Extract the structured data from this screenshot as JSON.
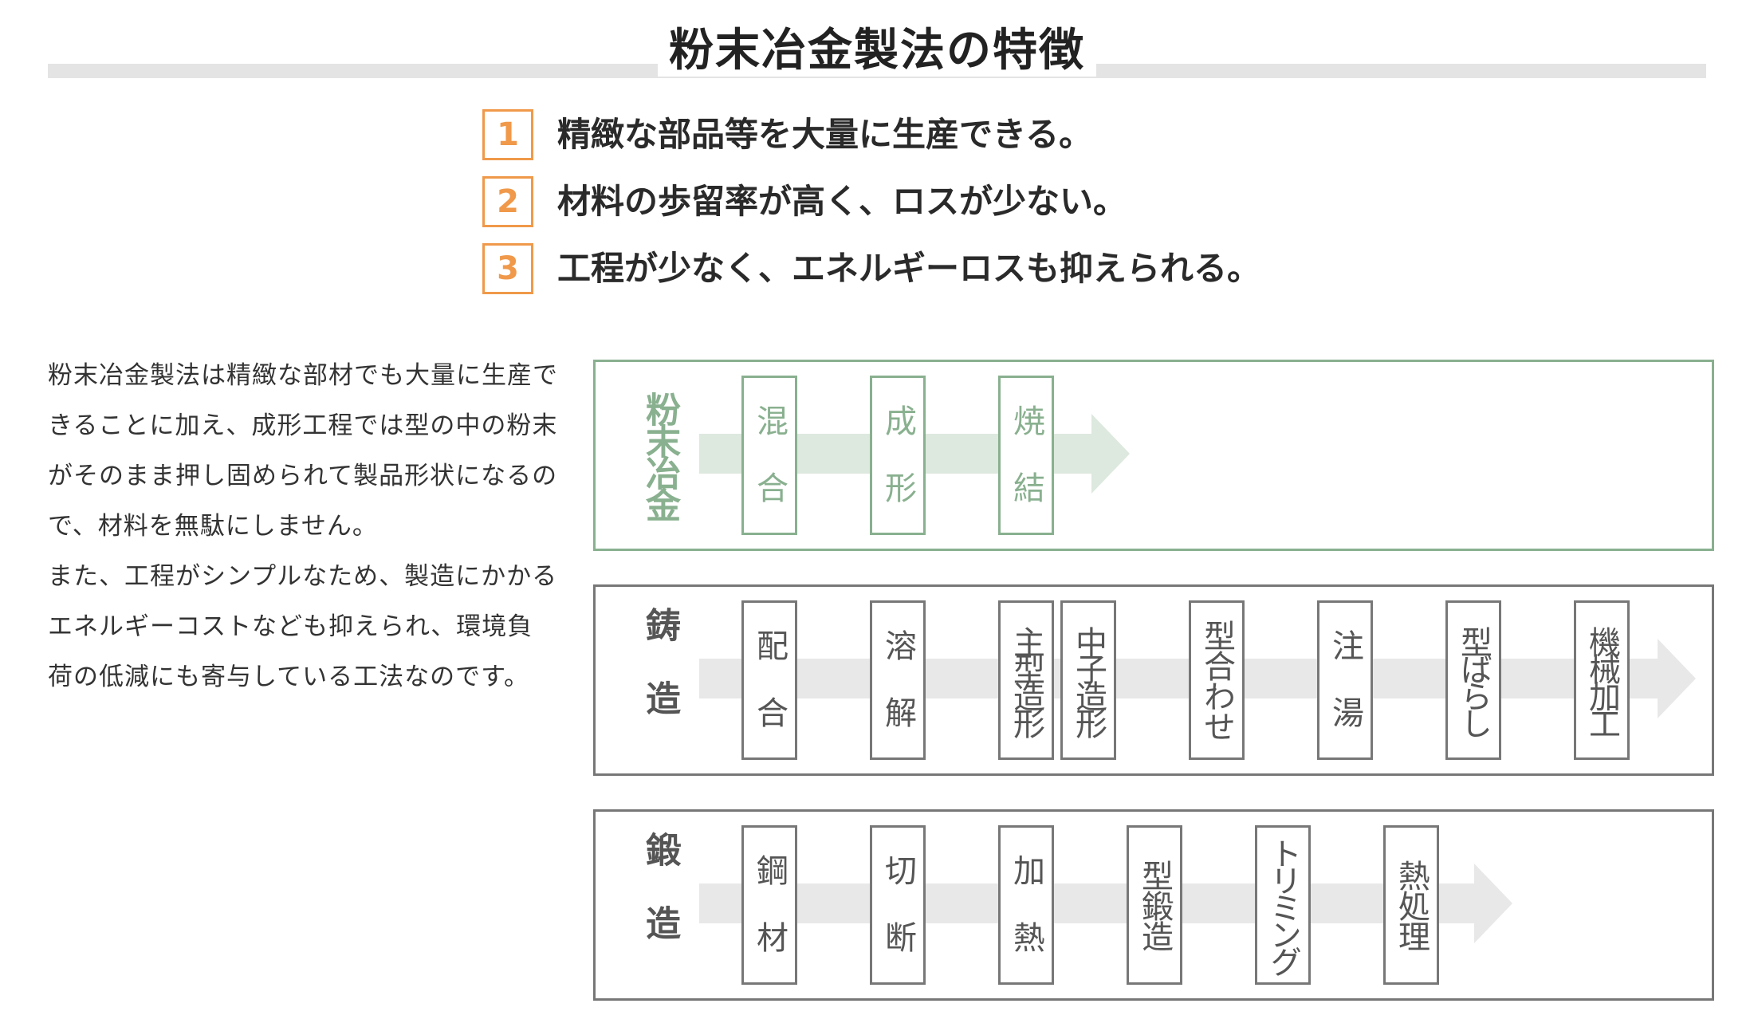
{
  "title": "粉末冶金製法の特徴",
  "features": [
    {
      "num": "1",
      "text": "精緻な部品等を大量に生産できる。"
    },
    {
      "num": "2",
      "text": "材料の歩留率が高く、ロスが少ない。"
    },
    {
      "num": "3",
      "text": "工程が少なく、エネルギーロスも抑えられる。"
    }
  ],
  "description": [
    "粉末冶金製法は精緻な部材でも大量に生産できることに加え、成形工程では型の中の粉末がそのまま押し固められて製品形状になるので、材料を無駄にしません。",
    "また、工程がシンプルなため、製造にかかるエネルギーコストなども抑えられ、環境負荷の低減にも寄与している工法なのです。"
  ],
  "processes": [
    {
      "label": "粉末冶金",
      "color": "#89b08f",
      "steps": [
        "混合",
        "成形",
        "焼結"
      ]
    },
    {
      "label": "鋳造",
      "color": "#777777",
      "steps": [
        "配合",
        "溶解",
        "主型造形",
        "中子造形",
        "型合わせ",
        "注湯",
        "型ばらし",
        "機械加工"
      ]
    },
    {
      "label": "鍛造",
      "color": "#777777",
      "steps": [
        "鋼材",
        "切断",
        "加熱",
        "型鍛造",
        "トリミング",
        "熱処理"
      ]
    }
  ],
  "colors": {
    "accent": "#f0994a",
    "green": "#89b08f",
    "gray": "#777777"
  }
}
